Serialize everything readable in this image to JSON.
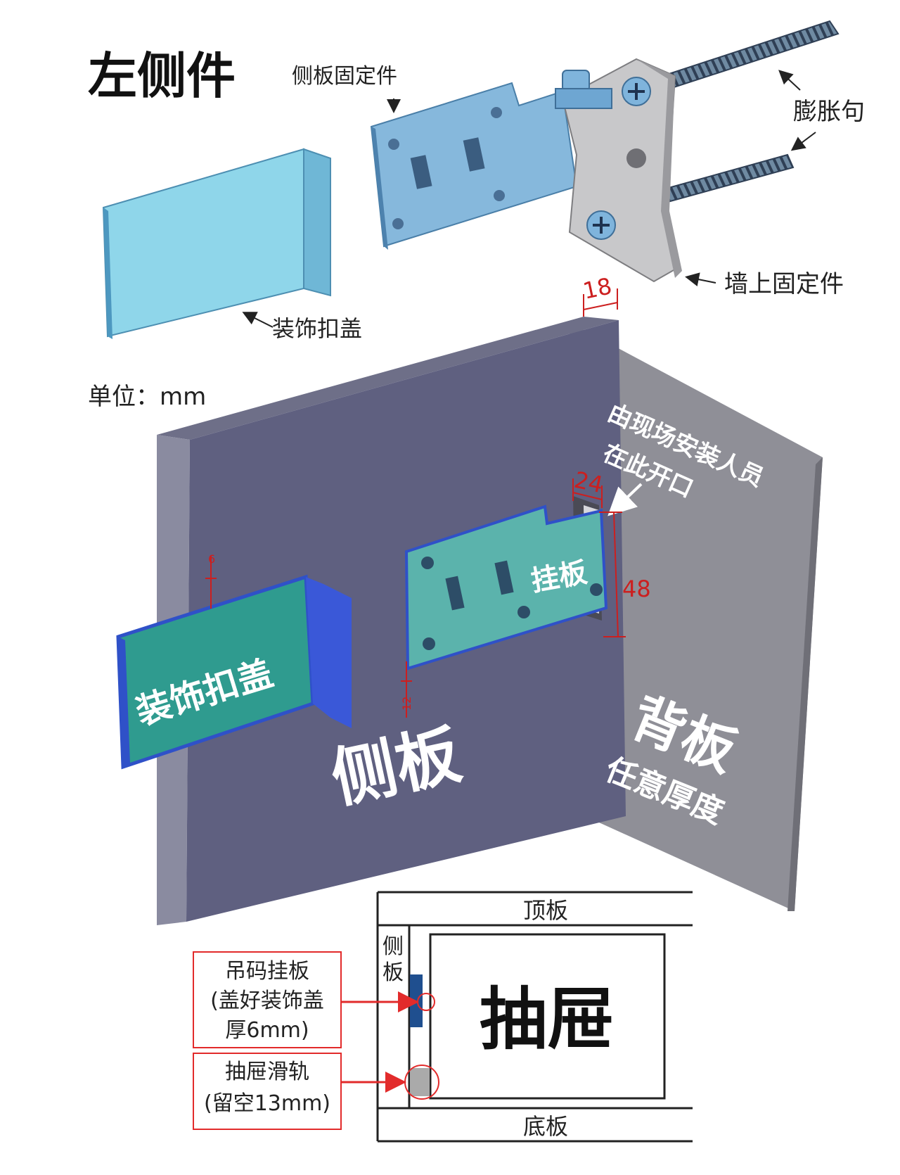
{
  "title": "左侧件",
  "unit": "单位：mm",
  "labels": {
    "side_bracket": "侧板固定件",
    "expansion_hook": "膨胀句",
    "wall_bracket": "墙上固定件",
    "cover_top": "装饰扣盖",
    "cover_front": "装饰扣盖",
    "hang_plate": "挂板",
    "side_panel": "侧板",
    "back_panel": "背板",
    "any_thickness": "任意厚度",
    "onsite_note_line1": "由现场安装人员",
    "onsite_note_line2": "在此开口"
  },
  "dimensions": {
    "top_gap": "18",
    "opening_width": "24",
    "opening_height": "48",
    "cover_offset": "6",
    "plate_offset": "12"
  },
  "section": {
    "top_board": "顶板",
    "bottom_board": "底板",
    "side_board_1": "侧",
    "side_board_2": "板",
    "drawer": "抽屉",
    "callout1_line1": "吊码挂板",
    "callout1_line2": "(盖好装饰盖",
    "callout1_line3": "厚6mm)",
    "callout2_line1": "抽屉滑轨",
    "callout2_line2": "(留空13mm)"
  },
  "colors": {
    "side_panel": "#5f6080",
    "back_panel": "#8f8f97",
    "metal_blue": "#7fb0d8",
    "cover_light": "#86d1e6",
    "cover_teal": "#2f9b8f",
    "cover_edge": "#2f51c8",
    "plate_teal": "#5bb3ac",
    "wall_metal": "#c4c4c6",
    "dim_red": "#cc1f1f",
    "callout_red": "#e22b2b"
  }
}
